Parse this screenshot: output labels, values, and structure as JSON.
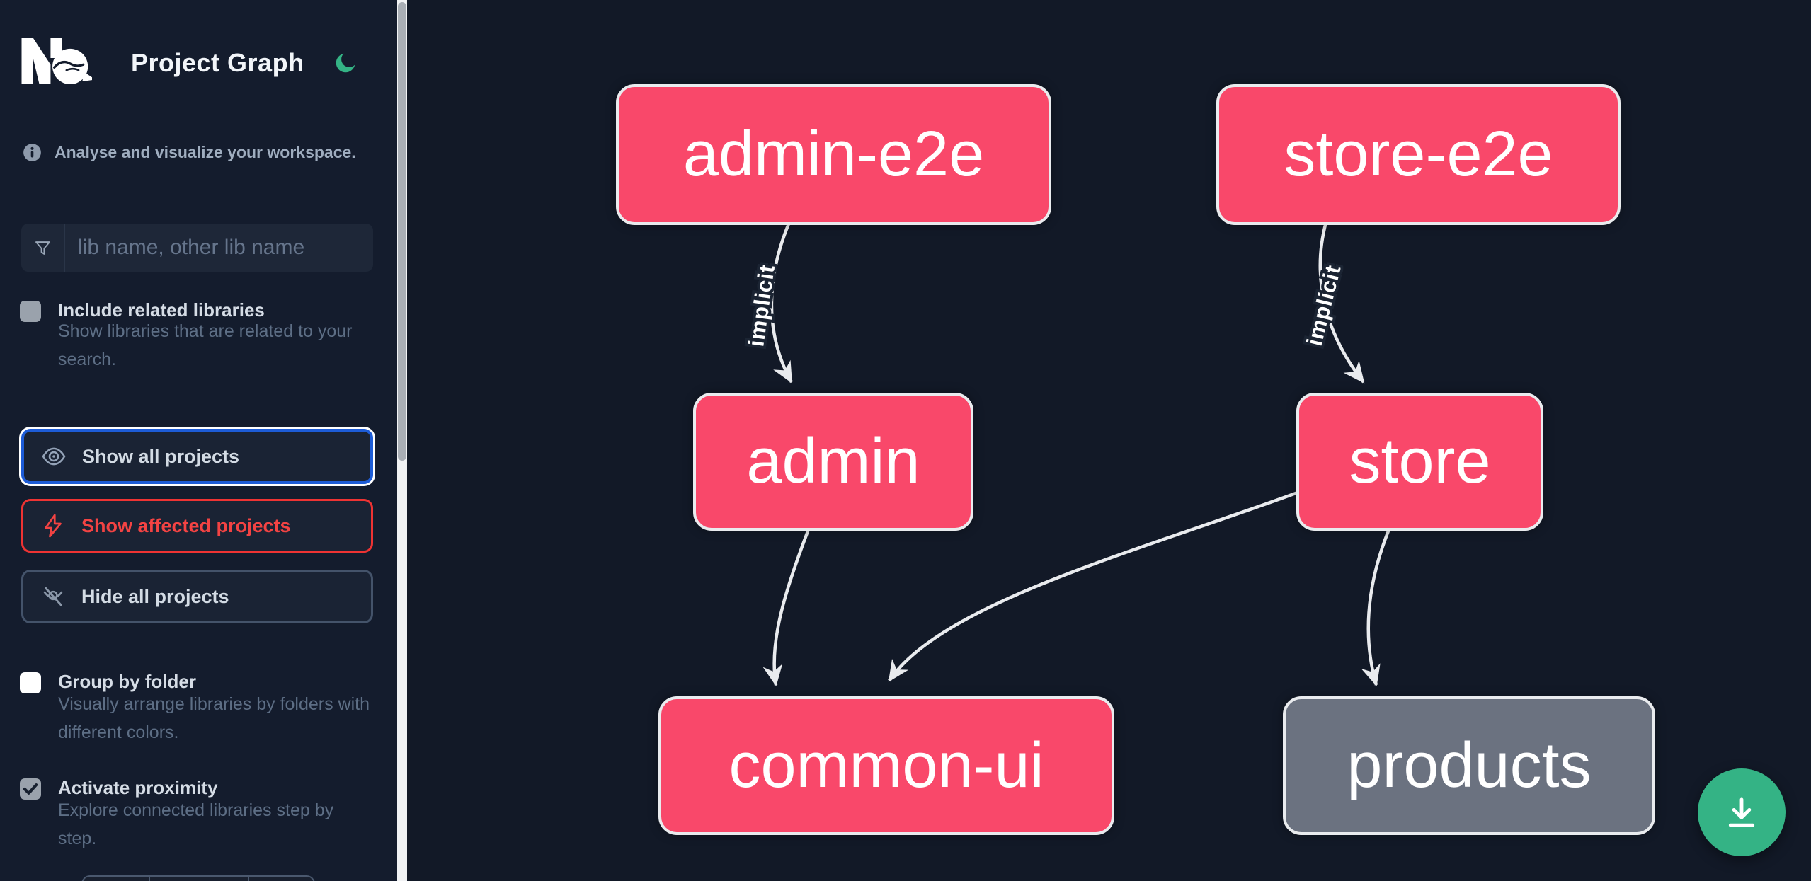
{
  "header": {
    "title": "Project Graph",
    "logo": "Nx",
    "theme_toggle_icon": "moon-icon"
  },
  "sidebar": {
    "tagline": "Analyse and visualize your workspace.",
    "search": {
      "placeholder": "lib name, other lib name",
      "value": "",
      "icon": "funnel-icon"
    },
    "include_related": {
      "label": "Include related libraries",
      "description": "Show libraries that are related to your search.",
      "checked": false
    },
    "actions": {
      "show_all": {
        "label": "Show all projects",
        "icon": "eye-icon",
        "focused": true
      },
      "show_affected": {
        "label": "Show affected projects",
        "icon": "bolt-icon"
      },
      "hide_all": {
        "label": "Hide all projects",
        "icon": "eye-off-icon"
      }
    },
    "group_by_folder": {
      "label": "Group by folder",
      "description": "Visually arrange libraries by folders with different colors.",
      "checked": false
    },
    "activate_proximity": {
      "label": "Activate proximity",
      "description": "Explore connected libraries step by step.",
      "checked": true
    }
  },
  "graph": {
    "nodes": [
      {
        "id": "admin-e2e",
        "label": "admin-e2e",
        "color": "#f9486a"
      },
      {
        "id": "store-e2e",
        "label": "store-e2e",
        "color": "#f9486a"
      },
      {
        "id": "admin",
        "label": "admin",
        "color": "#f9486a"
      },
      {
        "id": "store",
        "label": "store",
        "color": "#f9486a"
      },
      {
        "id": "common-ui",
        "label": "common-ui",
        "color": "#f9486a"
      },
      {
        "id": "products",
        "label": "products",
        "color": "#6b7280"
      }
    ],
    "edges": [
      {
        "source": "admin-e2e",
        "target": "admin",
        "label": "implicit"
      },
      {
        "source": "store-e2e",
        "target": "store",
        "label": "implicit"
      },
      {
        "source": "admin",
        "target": "common-ui",
        "label": ""
      },
      {
        "source": "store",
        "target": "common-ui",
        "label": ""
      },
      {
        "source": "store",
        "target": "products",
        "label": ""
      }
    ]
  },
  "fab": {
    "icon": "download-icon"
  },
  "colors": {
    "accent_green": "#34b385",
    "node_pink": "#f9486a",
    "node_gray": "#6b7280",
    "focus_blue": "#1d5cd7",
    "affected_red": "#ee3333",
    "edge_gray": "#e9ebee",
    "sidebar_bg": "#141c2d",
    "graph_bg": "#121927"
  }
}
